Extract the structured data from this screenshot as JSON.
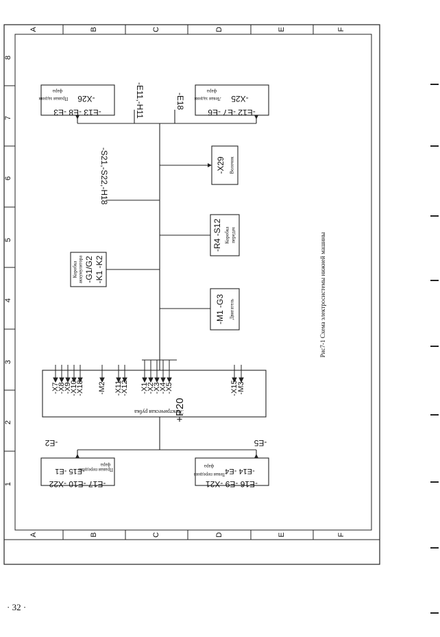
{
  "frame": {
    "rows": [
      "A",
      "B",
      "C",
      "D",
      "E",
      "F"
    ],
    "cols": [
      "8",
      "7",
      "6",
      "5",
      "4",
      "3",
      "2",
      "1"
    ]
  },
  "figure_caption": "Рис7-1   Схема электросистемы нижней машины",
  "page_number": "· 32 ·",
  "modules": {
    "p20": {
      "code": "+P20",
      "caption": "Электрическая рубка",
      "left_pins": [
        "-X7",
        "-X8",
        "-X9",
        "-X10",
        "-X18",
        "-M2",
        "-X11",
        "-X12",
        "-X1",
        "-X2",
        "-X3",
        "-X4",
        "-X5"
      ],
      "right_pins": [
        "-X15",
        "-M3"
      ]
    },
    "front_right_lamp": {
      "codes": "-E17 -E10 -X22",
      "sub": "-E15 -E1",
      "name": "Правая передняя",
      "word": "фара"
    },
    "front_left_lamp": {
      "codes": "-E16 -E9 -X21",
      "sub": "-E14 -E4",
      "name": "Левая передняя",
      "word": "фара"
    },
    "rear_right_lamp": {
      "codes": "-E13 -E8 -E3",
      "sub": "-X26",
      "name": "Правая задняя",
      "word": "фара"
    },
    "rear_left_lamp": {
      "codes": "-E12 -E7 -E6",
      "sub": "-X25",
      "name": "Левая задняя",
      "word": "фара"
    },
    "battery_box": {
      "line1": "Коробка",
      "line2": "аккумулятора",
      "line3": "-G1/G2",
      "line4": "-K1 -K2"
    },
    "engine": {
      "code": "-M1 -G3",
      "name": "Двигатель"
    },
    "gearbox": {
      "code": "-R4 -S12",
      "name1": "Коробка",
      "name2": "передач"
    },
    "winch": {
      "code": "-X29",
      "name": "Волочок"
    }
  },
  "wires": {
    "front_left_label": "-E2",
    "front_right_label": "-E5",
    "switches_label": "-S21,-S22,-H18",
    "rear_label_1": "-E11,-H11",
    "rear_label_2": "-E18"
  }
}
